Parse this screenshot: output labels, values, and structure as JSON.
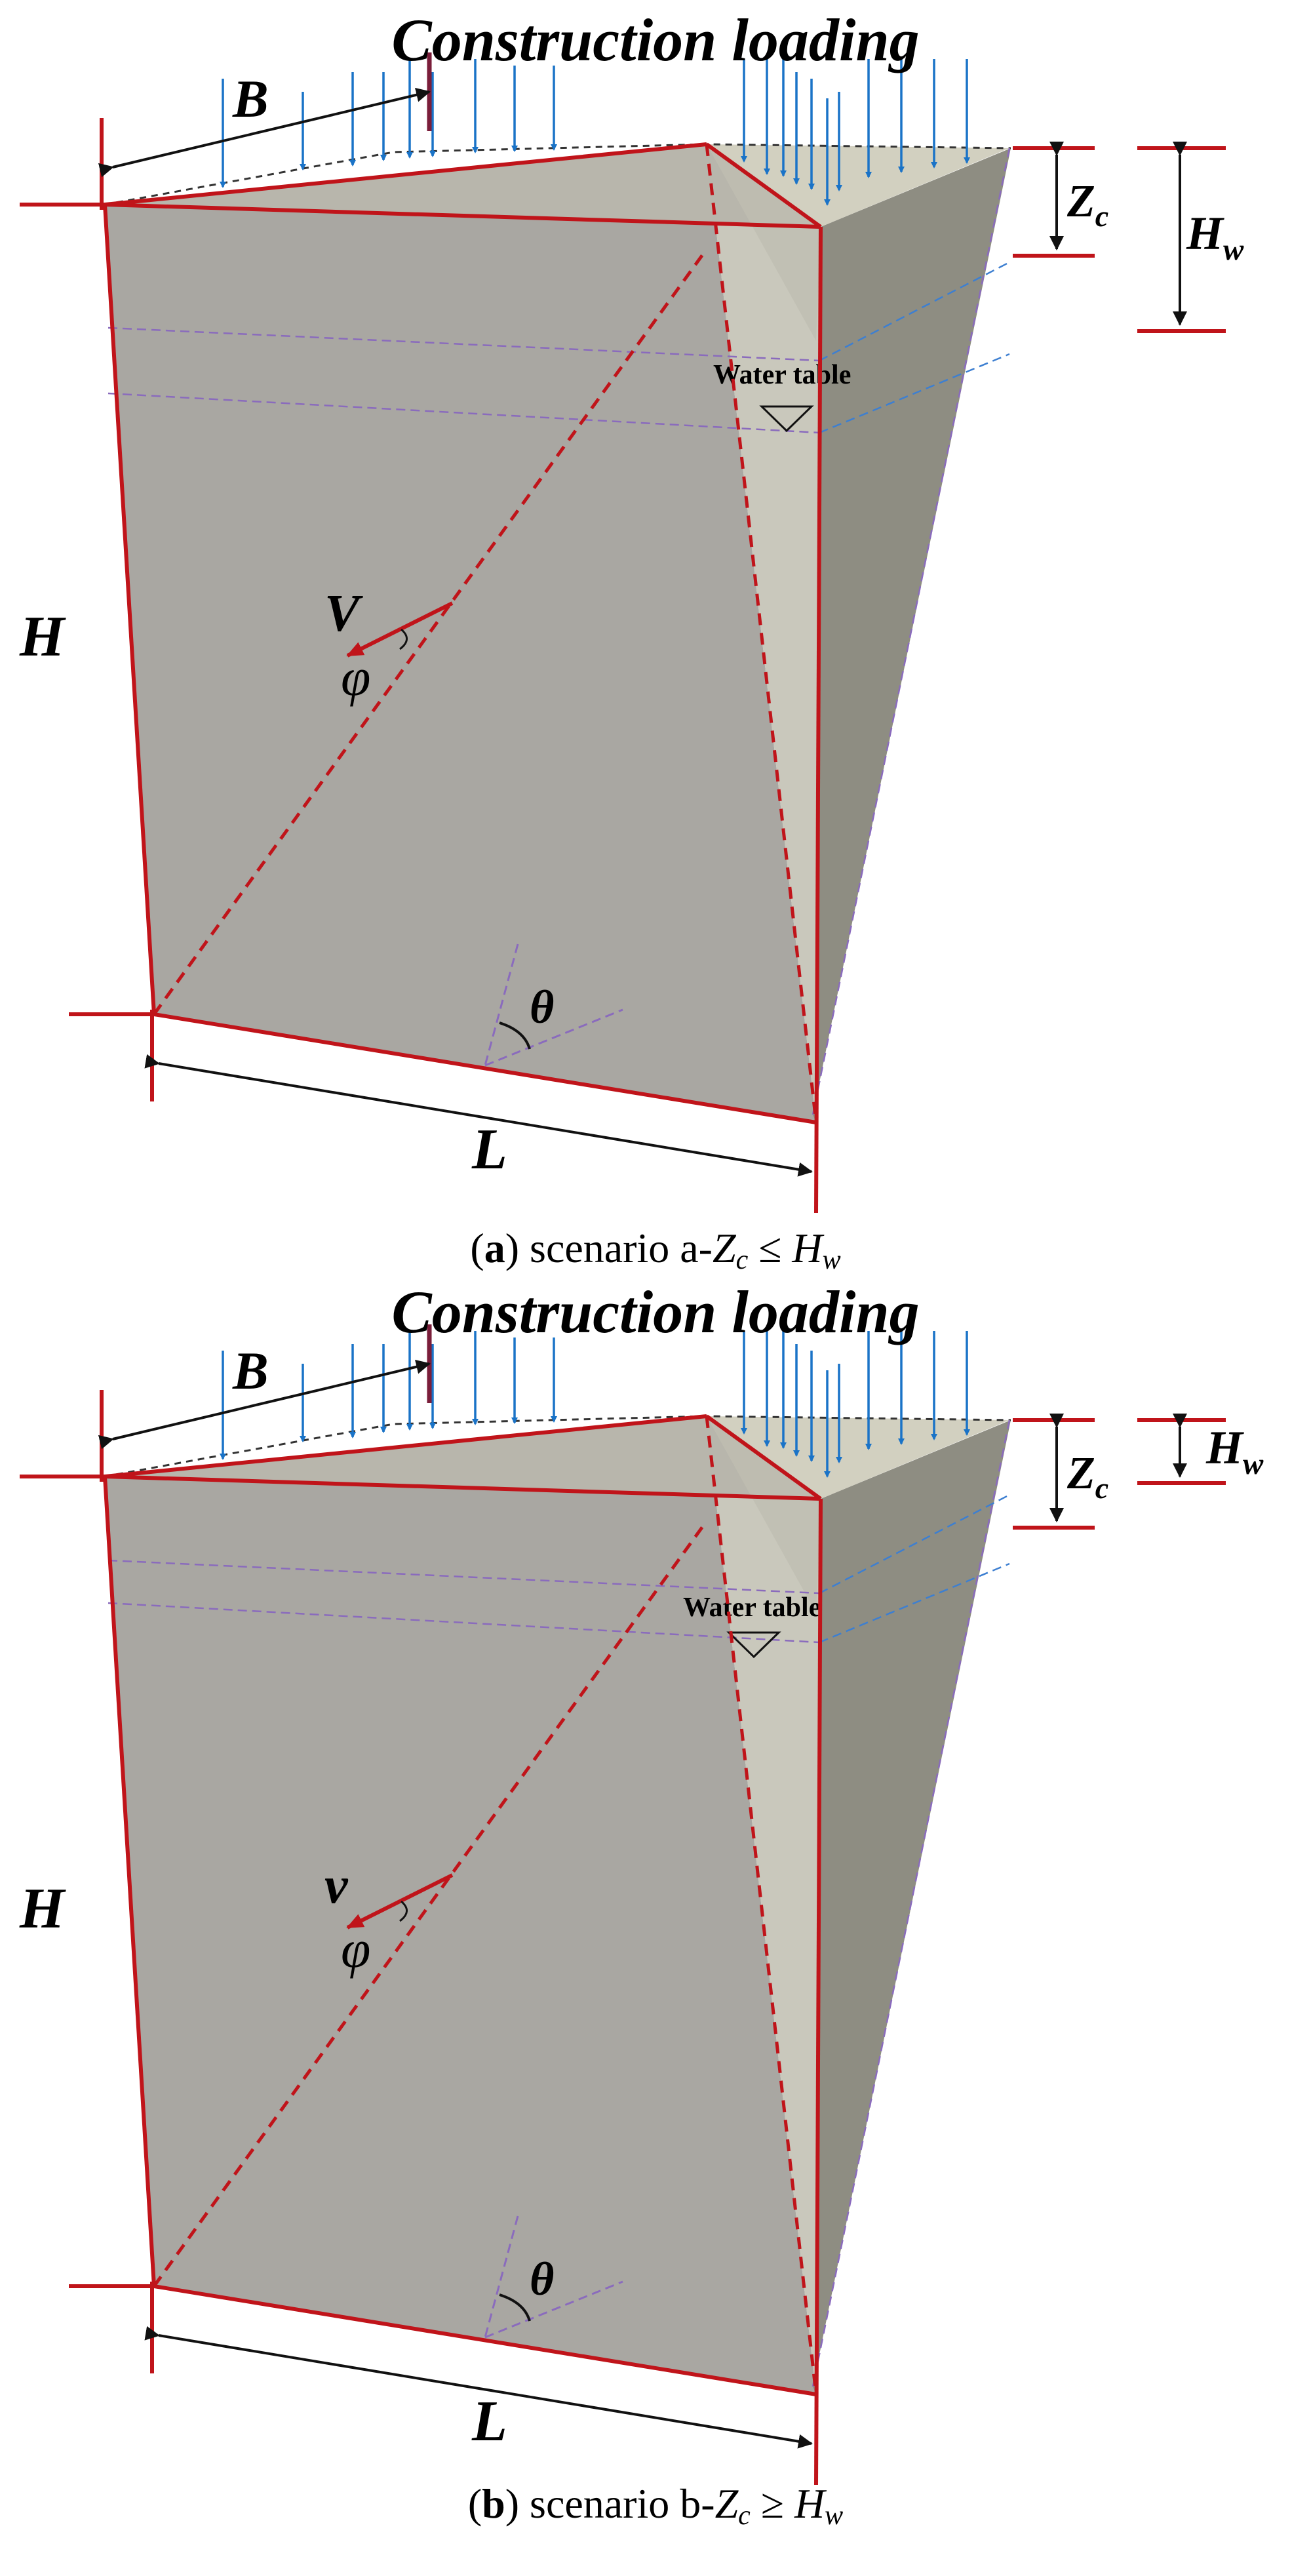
{
  "panels": [
    {
      "id": "a",
      "title": "Construction loading",
      "labels": {
        "B": "B",
        "H": "H",
        "L": "L",
        "Zc_main": "Z",
        "Zc_sub": "c",
        "Hw_main": "H",
        "Hw_sub": "w",
        "velocity": "V",
        "phi": "φ",
        "theta": "θ",
        "water_table": "Water table"
      },
      "caption": {
        "letter": "a",
        "text_before": " scenario a-",
        "z_main": "Z",
        "z_sub": "c",
        "relation": " ≤ ",
        "h_main": "H",
        "h_sub": "w"
      }
    },
    {
      "id": "b",
      "title": "Construction loading",
      "labels": {
        "B": "B",
        "H": "H",
        "L": "L",
        "Zc_main": "Z",
        "Zc_sub": "c",
        "Hw_main": "H",
        "Hw_sub": "w",
        "velocity": "v",
        "phi": "φ",
        "theta": "θ",
        "water_table": "Water table"
      },
      "caption": {
        "letter": "b",
        "text_before": " scenario b-",
        "z_main": "Z",
        "z_sub": "c",
        "relation": " ≥ ",
        "h_main": "H",
        "h_sub": "w"
      }
    }
  ],
  "colors": {
    "left_face": "#a9a7a2",
    "right_face": "#8e8d82",
    "front_face": "#c9c8bc",
    "top_face": "#d2d0c0",
    "outline_red": "#c0141a",
    "load_arrow": "#1a73c7",
    "water_blue": "#3d7fd1",
    "purple_dash": "#8a6bbd"
  }
}
